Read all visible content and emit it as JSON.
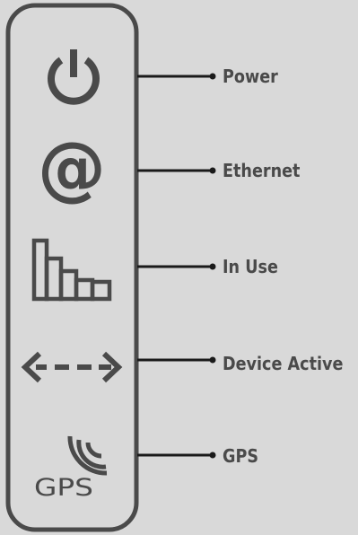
{
  "panel": {
    "indicators": [
      {
        "icon": "power-icon",
        "label": "Power"
      },
      {
        "icon": "ethernet-at-icon",
        "label": "Ethernet"
      },
      {
        "icon": "bar-graph-icon",
        "label": "In Use"
      },
      {
        "icon": "bidirectional-arrow-icon",
        "label": "Device Active"
      },
      {
        "icon": "gps-signal-icon",
        "label": "GPS",
        "icon_text": "GPS"
      }
    ]
  },
  "colors": {
    "stroke": "#4a4a4a",
    "background": "#d9d9d9"
  }
}
